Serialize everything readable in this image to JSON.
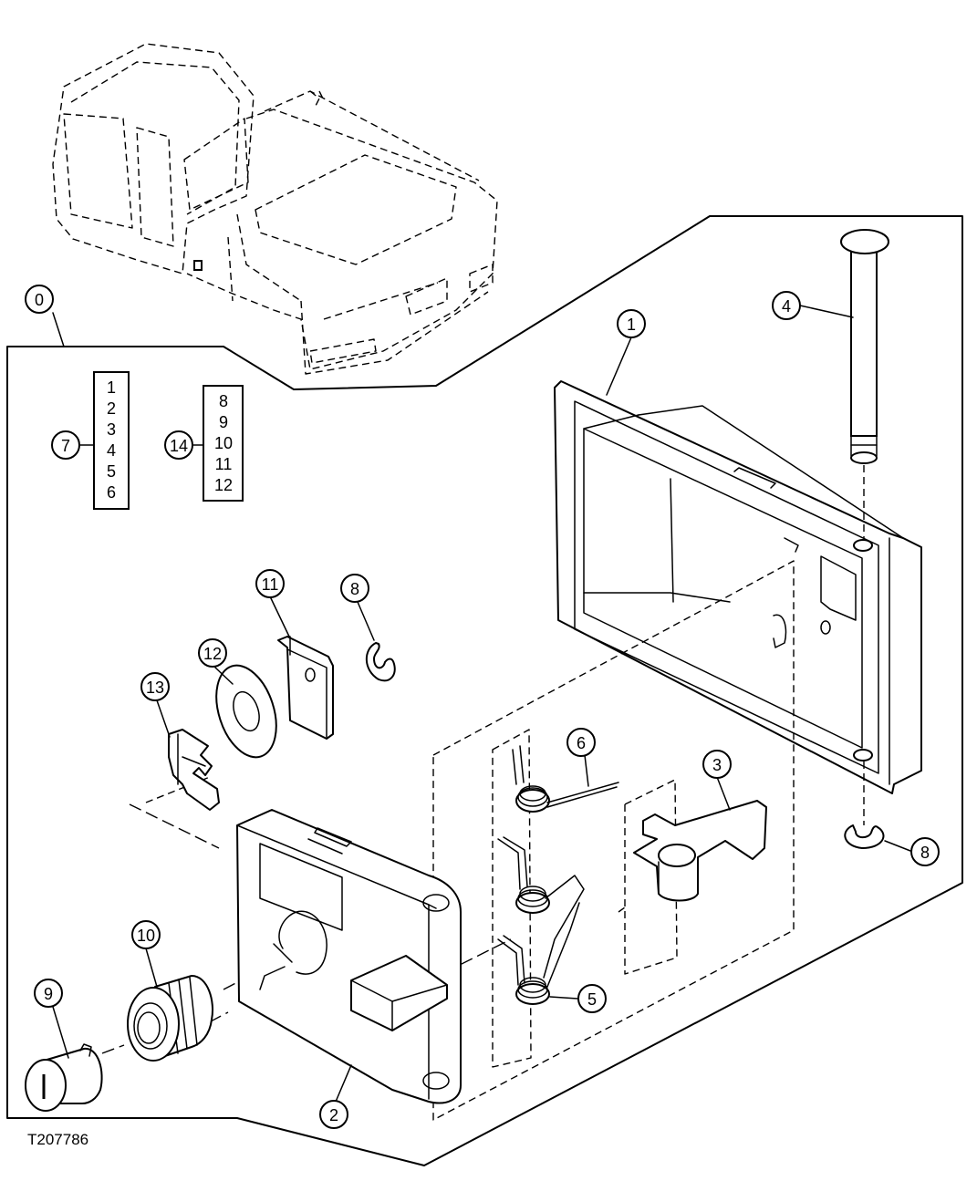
{
  "figure": {
    "id_label": "T207786"
  },
  "callouts": {
    "c0": "0",
    "c1": "1",
    "c2": "2",
    "c3": "3",
    "c4": "4",
    "c5": "5",
    "c6": "6",
    "c7": "7",
    "c8a": "8",
    "c8b": "8",
    "c9": "9",
    "c10": "10",
    "c11": "11",
    "c12": "12",
    "c13": "13",
    "c14": "14"
  },
  "kit_lists": {
    "kit7": [
      "1",
      "2",
      "3",
      "4",
      "5",
      "6"
    ],
    "kit14": [
      "8",
      "9",
      "10",
      "11",
      "12"
    ]
  }
}
